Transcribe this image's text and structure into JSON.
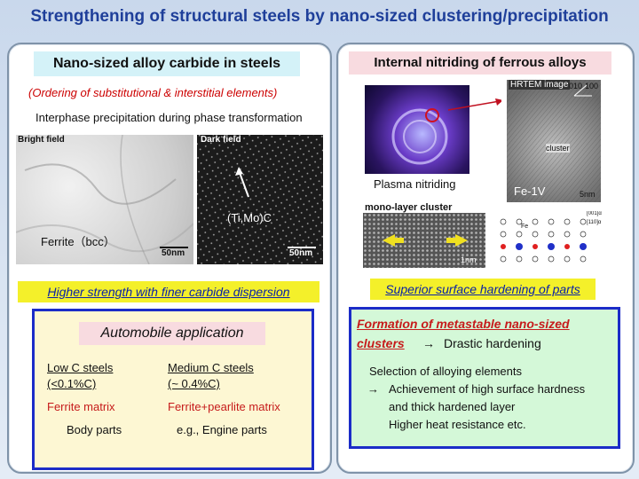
{
  "title": "Strengthening of structural steels by nano-sized clustering/precipitation",
  "left": {
    "heading": "Nano-sized alloy carbide in steels",
    "subheading": "(Ordering of substitutional & interstitial elements)",
    "description": "Interphase precipitation during phase transformation",
    "bright_field_label": "Bright field",
    "dark_field_label": "Dark field",
    "ferrite_label": "Ferrite（bcc）",
    "carbide_label": "(Ti,Mo)C",
    "scale_bright": "50nm",
    "scale_dark": "50nm",
    "strength_bar": "Higher strength with finer carbide dispersion",
    "auto": {
      "heading": "Automobile application",
      "col1_title_1": "Low C steels",
      "col1_title_2": "(<0.1%C)",
      "col2_title_1": "Medium C steels",
      "col2_title_2": "(~ 0.4%C)",
      "col1_matrix": "Ferrite matrix",
      "col2_matrix": "Ferrite+pearlite matrix",
      "col1_use": "Body parts",
      "col2_use": "e.g., Engine parts"
    }
  },
  "right": {
    "heading": "Internal nitriding of ferrous alloys",
    "hrtem_label": "HRTEM image",
    "hrtem_index_1": "010",
    "hrtem_index_2": "100",
    "cluster_label": "cluster",
    "fe_label": "Fe-1V",
    "scale_hrtem": "5nm",
    "plasma_label": "Plasma nitriding",
    "monolayer_label": "mono-layer cluster",
    "scale_mono": "1nm",
    "lattice_axis_1": "[001]α",
    "lattice_axis_2": "[110]α",
    "lattice_fe": "Fe",
    "surface_bar": "Superior surface hardening of parts",
    "formation": {
      "line1": "Formation of metastable nano-sized",
      "line2": "clusters",
      "arrow": "→",
      "result": "Drastic hardening",
      "sel1": "Selection of alloying elements",
      "sel_arrow": "→",
      "sel2": "Achievement of high surface hardness",
      "sel3": "and thick hardened layer",
      "sel4": "Higher heat resistance   etc."
    }
  }
}
